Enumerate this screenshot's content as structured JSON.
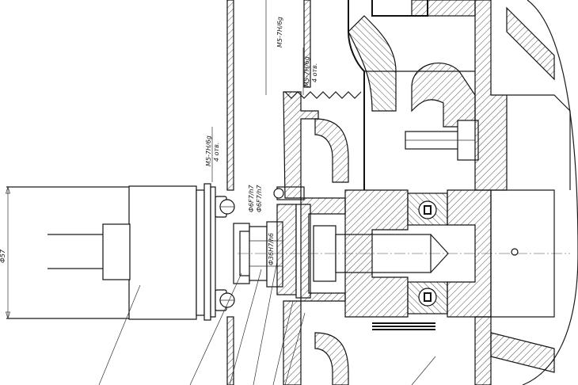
{
  "annotations": {
    "thread_top": "M5-7H/6g",
    "thread_mid": "M5-7H/6g",
    "thread_mid_depth": "4 отв.",
    "thread_left": "M5-7H/6g",
    "thread_left_depth": "4 отв.",
    "fit_1": "Ф6F7/h7",
    "fit_2": "Ф6F7/h7",
    "fit_3": "Ф36H7/h6",
    "diameter": "Ф57"
  }
}
